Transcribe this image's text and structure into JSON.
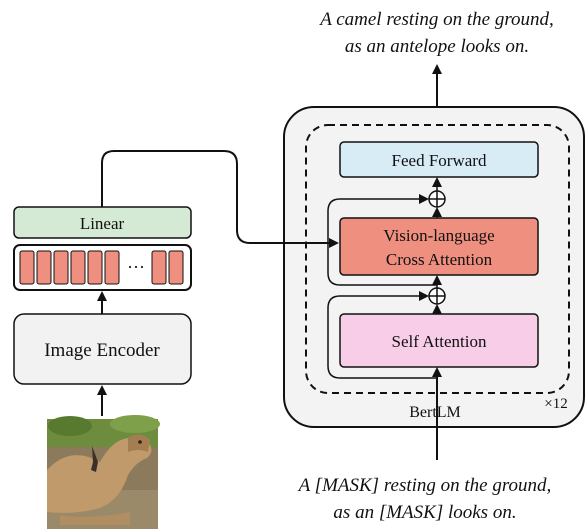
{
  "output_caption": {
    "line1": "A camel resting on the ground,",
    "line2": "as an antelope looks on."
  },
  "input_caption": {
    "line1": "A [MASK] resting on the ground,",
    "line2": "as an [MASK] looks on."
  },
  "left_branch": {
    "linear_label": "Linear",
    "token_ellipsis": "···",
    "image_encoder_label": "Image Encoder",
    "input_image": "camel-photo"
  },
  "bertlm": {
    "feed_forward_label": "Feed Forward",
    "cross_attention_line1": "Vision-language",
    "cross_attention_line2": "Cross Attention",
    "self_attention_label": "Self Attention",
    "add_symbol": "+",
    "repeat_label": "×12",
    "name_label": "BertLM"
  },
  "colors": {
    "linear_fill": "#d5ead4",
    "token_fill": "#ef8f7f",
    "encoder_fill": "#f2f2f2",
    "outer_fill": "#f3f3f3",
    "feed_forward_fill": "#d7ecf5",
    "cross_attention_fill": "#ef8f7f",
    "self_attention_fill": "#f7cde8"
  }
}
